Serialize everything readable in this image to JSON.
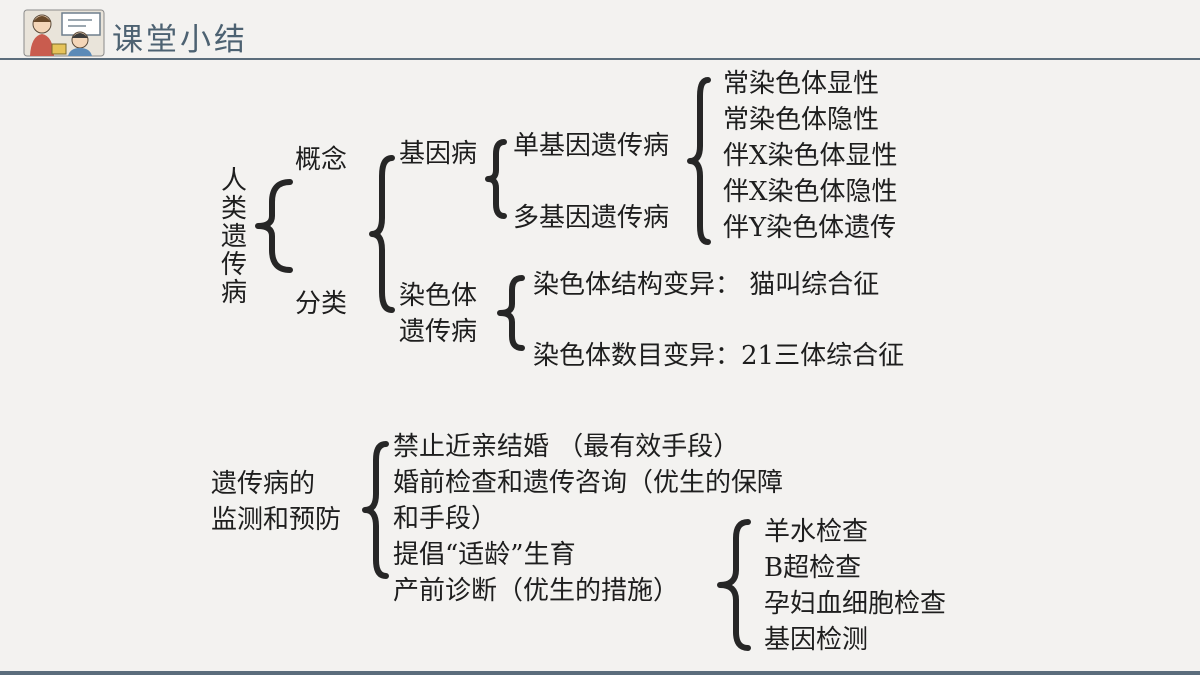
{
  "header": {
    "title": "课堂小结"
  },
  "tree": {
    "root": "人类遗传病",
    "concept": "概念",
    "classification": "分类",
    "gene_disease": "基因病",
    "single_gene": "单基因遗传病",
    "multi_gene": "多基因遗传病",
    "single_gene_types": [
      "常染色体显性",
      "常染色体隐性",
      "伴X染色体显性",
      "伴X染色体隐性",
      "伴Y染色体遗传"
    ],
    "chromosome_disease_line1": "染色体",
    "chromosome_disease_line2": "遗传病",
    "structure_variation": "染色体结构变异：  猫叫综合征",
    "number_variation": "染色体数目变异：21三体综合征"
  },
  "prevention": {
    "title_line1": "遗传病的",
    "title_line2": "监测和预防",
    "items": [
      "禁止近亲结婚     （最有效手段）",
      "婚前检查和遗传咨询（优生的保障",
      "和手段）",
      "提倡“适龄”生育",
      "产前诊断（优生的措施）"
    ],
    "prenatal_items": [
      "羊水检查",
      "B超检查",
      "孕妇血细胞检查",
      "基因检测"
    ]
  }
}
